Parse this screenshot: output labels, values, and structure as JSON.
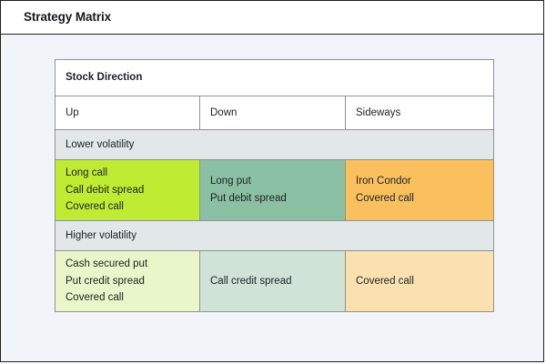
{
  "window": {
    "title": "Strategy Matrix"
  },
  "matrix": {
    "corner_header": "Stock Direction",
    "columns": [
      "Up",
      "Down",
      "Sideways"
    ],
    "bands": [
      {
        "label": "Lower volatility",
        "cells": [
          {
            "color": "#bfeb33",
            "items": [
              "Long call",
              "Call debit spread",
              "Covered call"
            ]
          },
          {
            "color": "#8cc0a4",
            "items": [
              "Long put",
              "Put debit spread"
            ]
          },
          {
            "color": "#fbc05e",
            "items": [
              "Iron Condor",
              "Covered call"
            ]
          }
        ]
      },
      {
        "label": "Higher volatility",
        "cells": [
          {
            "color": "#e8f6c9",
            "items": [
              "Cash secured put",
              "Put credit spread",
              "Covered call"
            ]
          },
          {
            "color": "#cfe3d7",
            "items": [
              "Call credit spread"
            ]
          },
          {
            "color": "#fbe0b0",
            "items": [
              "Covered call"
            ]
          }
        ]
      }
    ]
  },
  "colors": {
    "page_background": "#f1f5f9",
    "band_background": "#e2e7ea",
    "grid_line": "#8e9396",
    "frame": "#231f20",
    "text": "#1c2124"
  }
}
